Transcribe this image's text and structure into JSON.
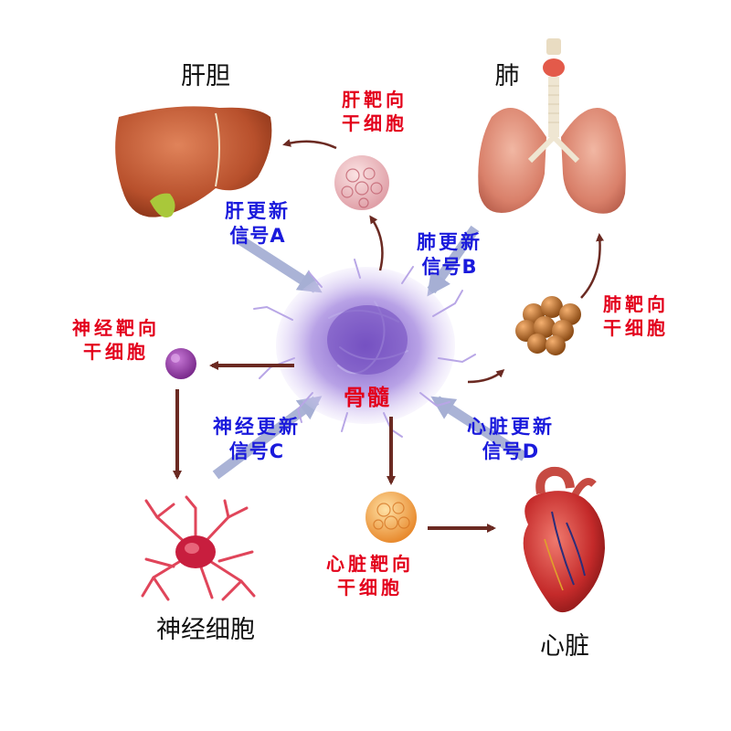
{
  "center": {
    "label": "骨髓"
  },
  "organs": {
    "liver": "肝胆",
    "lung": "肺",
    "neuron": "神经细胞",
    "heart": "心脏"
  },
  "stem_cells": {
    "liver": {
      "line1": "肝靶向",
      "line2": "干细胞"
    },
    "lung": {
      "line1": "肺靶向",
      "line2": "干细胞"
    },
    "neural": {
      "line1": "神经靶向",
      "line2": "干细胞"
    },
    "heart": {
      "line1": "心脏靶向",
      "line2": "干细胞"
    }
  },
  "signals": {
    "a": {
      "line1": "肝更新",
      "line2": "信号A"
    },
    "b": {
      "line1": "肺更新",
      "line2": "信号B"
    },
    "c": {
      "line1": "神经更新",
      "line2": "信号C"
    },
    "d": {
      "line1": "心脏更新",
      "line2": "信号D"
    }
  },
  "colors": {
    "stem_label": "#e3001b",
    "signal_label": "#1a1adc",
    "flow_arrow": "#6b2a22",
    "signal_arrow": "#aab3d6"
  }
}
